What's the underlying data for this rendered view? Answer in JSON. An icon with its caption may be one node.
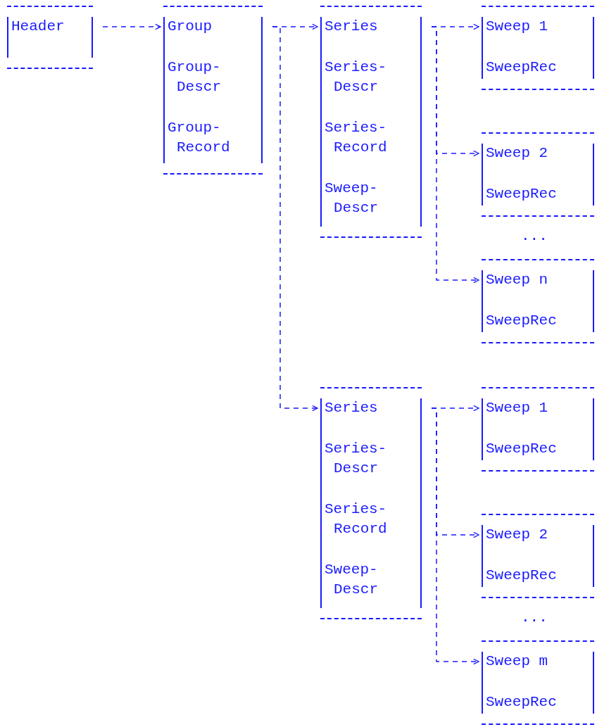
{
  "diagram": {
    "nodes": [
      {
        "text": [
          "Header"
        ]
      },
      {
        "text": [
          "Group",
          "Group- Descr",
          "Group- Record"
        ]
      },
      {
        "text": [
          "Series",
          "Series- Descr",
          "Series- Record",
          "Sweep- Descr"
        ]
      },
      {
        "text": [
          "Sweep 1",
          "SweepRec"
        ]
      },
      {
        "text": [
          "Sweep 2",
          "SweepRec"
        ]
      },
      {
        "text": [
          "Sweep n",
          "SweepRec"
        ]
      },
      {
        "text": [
          "Series",
          "Series- Descr",
          "Series- Record",
          "Sweep- Descr"
        ]
      },
      {
        "text": [
          "Sweep 1",
          "SweepRec"
        ]
      },
      {
        "text": [
          "Sweep 2",
          "SweepRec"
        ]
      },
      {
        "text": [
          "Sweep m",
          "SweepRec"
        ]
      }
    ],
    "edges": [
      {
        "from": 0,
        "to": 1,
        "arrow": "to",
        "style": "dashed"
      },
      {
        "from": 1,
        "to": 2,
        "arrow": "to",
        "style": "dashed"
      },
      {
        "from": 1,
        "to": 6,
        "arrow": "to",
        "style": "dashed"
      },
      {
        "from": 2,
        "to": 3,
        "arrow": "to",
        "style": "dashed"
      },
      {
        "from": 2,
        "to": 4,
        "arrow": "to",
        "style": "dashed"
      },
      {
        "from": 2,
        "to": 5,
        "arrow": "to",
        "style": "dashed"
      },
      {
        "from": 6,
        "to": 7,
        "arrow": "to",
        "style": "dashed"
      },
      {
        "from": 6,
        "to": 8,
        "arrow": "to",
        "style": "dashed"
      },
      {
        "from": 6,
        "to": 9,
        "arrow": "to",
        "style": "dashed"
      }
    ],
    "labels": [
      "...",
      "..."
    ]
  }
}
